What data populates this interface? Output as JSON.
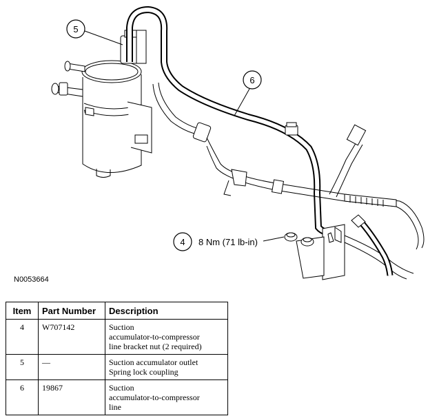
{
  "diagram": {
    "callouts": [
      {
        "label": "5"
      },
      {
        "label": "6"
      },
      {
        "label": "4",
        "torque": "8 Nm (71 lb-in)"
      }
    ],
    "figure_id": "N0053664"
  },
  "table": {
    "headers": [
      "Item",
      "Part Number",
      "Description"
    ],
    "rows": [
      {
        "item": "4",
        "part_number": "W707142",
        "description": [
          "Suction",
          "accumulator-to-compressor",
          "line bracket nut (2 required)"
        ]
      },
      {
        "item": "5",
        "part_number": "—",
        "description": [
          "Suction accumulator outlet",
          "Spring lock coupling"
        ]
      },
      {
        "item": "6",
        "part_number": "19867",
        "description": [
          "Suction",
          "accumulator-to-compressor",
          "line"
        ]
      }
    ]
  }
}
